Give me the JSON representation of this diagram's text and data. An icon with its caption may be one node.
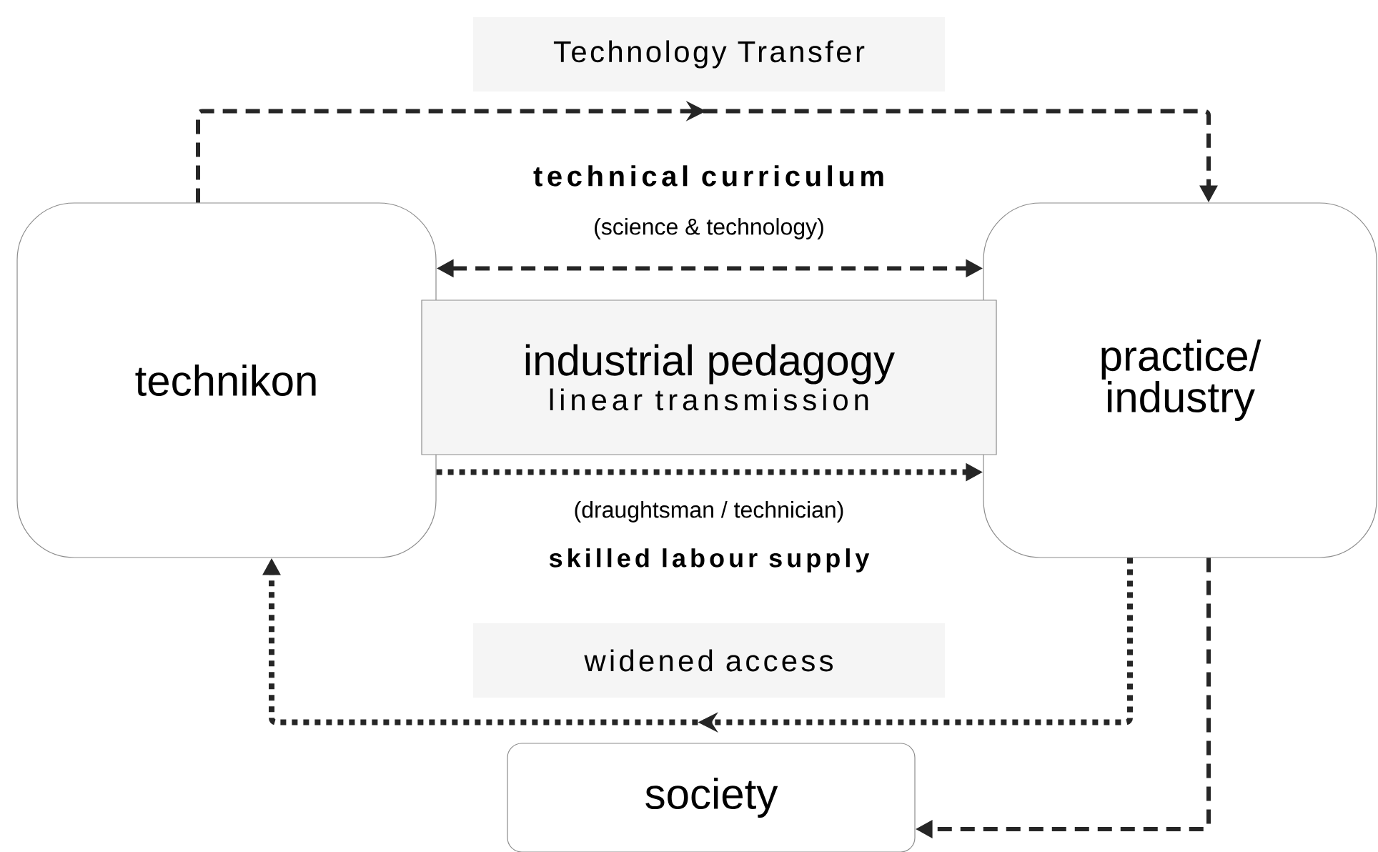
{
  "diagram": {
    "nodes": [
      {
        "text": [
          "technikon"
        ]
      },
      {
        "text": [
          "practice/ industry"
        ]
      },
      {
        "text": [
          "industrial pedagogy",
          "linear transmission"
        ]
      },
      {
        "text": [
          "society"
        ]
      }
    ],
    "edges": [
      {
        "from": 0,
        "to": 1,
        "arrow": "to",
        "style": "dashed",
        "label": "Technology Transfer"
      },
      {
        "from": 0,
        "to": 1,
        "arrow": "both",
        "style": "dashed",
        "label": "technical curriculum"
      },
      {
        "from": 0,
        "to": 1,
        "arrow": "to",
        "label": "skilled labour supply"
      },
      {
        "from": 1,
        "to": 0,
        "arrow": "to",
        "label": "widened access"
      },
      {
        "from": 1,
        "to": 3,
        "arrow": "to",
        "style": "dashed"
      }
    ],
    "labels": [
      "(science & technology)",
      "(draughtsman / technician)"
    ]
  }
}
